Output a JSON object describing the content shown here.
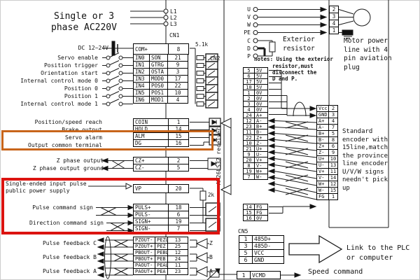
{
  "colors": {
    "wire": "#1a1a1a",
    "highlight_orange": "#c8651b",
    "highlight_red": "#dc1410"
  },
  "power": {
    "title_lines": [
      "Single or 3",
      "phase AC220V"
    ],
    "ac_terminals": [
      "L1",
      "L2",
      "L3"
    ],
    "dc_label": "DC 12~24V"
  },
  "cn1": {
    "label": "CN1",
    "resistor_label": "5.1k",
    "com_row": {
      "name": "COM+",
      "pin": "8"
    },
    "inputs": [
      {
        "label": "Servo enable",
        "port": "IN0",
        "signal": "SON",
        "pin": "21"
      },
      {
        "label": "Position trigger",
        "port": "IN1",
        "signal": "GTRG",
        "pin": "9"
      },
      {
        "label": "Orientation start",
        "port": "IN2",
        "signal": "OSTA",
        "pin": "3"
      },
      {
        "label": "Internal control mode 0",
        "port": "IN3",
        "signal": "MOD0",
        "pin": "17"
      },
      {
        "label": "Position 0",
        "port": "IN4",
        "signal": "POS0",
        "pin": "22"
      },
      {
        "label": "Position 1",
        "port": "IN5",
        "signal": "POS1",
        "pin": "10"
      },
      {
        "label": "Internal control mode 1",
        "port": "IN6",
        "signal": "MOD1",
        "pin": "4"
      }
    ],
    "outputs": [
      {
        "label": "Position/speed reach",
        "name": "COIN",
        "pin": "1"
      },
      {
        "label": "Brake output",
        "name": "HOLD",
        "pin": "14"
      },
      {
        "label": "Servo alarm",
        "name": "ALM",
        "pin": "15"
      },
      {
        "label": "Output common terminal",
        "name": "DG",
        "pin": "16"
      }
    ],
    "z_phase": [
      {
        "label": "Z phase output",
        "name": "CZ+",
        "pin": "2"
      },
      {
        "label": "Z phase output ground",
        "name": "CZ-",
        "pin": "5"
      }
    ],
    "pulse": {
      "vp_label_lines": [
        "Single-ended input pulse",
        "public power supply"
      ],
      "vp_row": {
        "name": "VP",
        "pin": "20"
      },
      "resistor_label": "2k",
      "rows": [
        {
          "name": "PULS+",
          "pin": "18"
        },
        {
          "name": "PULS-",
          "pin": "6"
        },
        {
          "name": "SIGN+",
          "pin": "19"
        },
        {
          "name": "SIGN-",
          "pin": "7"
        }
      ],
      "pulse_label": "Pulse command sign",
      "direction_label": "Direction command sign"
    },
    "feedback": {
      "rows": [
        {
          "name": "PZOUT-",
          "signal": "PEZL",
          "pin": "13"
        },
        {
          "name": "PZOUT+",
          "signal": "PEZ",
          "pin": "25"
        },
        {
          "name": "PBOUT-",
          "signal": "PEBL",
          "pin": "12"
        },
        {
          "name": "PBOUT+",
          "signal": "PEB",
          "pin": "24"
        },
        {
          "name": "PAOUT-",
          "signal": "PEAL",
          "pin": "11"
        },
        {
          "name": "PAOUT+",
          "signal": "PEA",
          "pin": "23"
        }
      ],
      "labels": [
        "Pulse feedback C",
        "Pulse feedback B",
        "Pulse feedback A"
      ],
      "buffers": [
        "Z",
        "B",
        "A"
      ]
    }
  },
  "motor_section": {
    "terminals": [
      "U",
      "V",
      "W",
      "PE"
    ],
    "brake_terminals": [
      "C",
      "D",
      "P"
    ],
    "pins": [
      "2",
      "3",
      "4",
      "1"
    ],
    "exterior_resistor_lines": [
      "Exterior",
      "resistor"
    ],
    "note_lines": [
      "notes: Using the exterior",
      "resistor,must",
      "disconnect the",
      "D and P."
    ],
    "plug_lines": [
      "Motor power",
      "line with 4",
      "pin aviation",
      "plug"
    ]
  },
  "cn2": {
    "label": "CN2",
    "receiver_label": "AM26LS32 receiver",
    "rows": [
      {
        "pin": "5",
        "name": "5V"
      },
      {
        "pin": "6",
        "name": "5V"
      },
      {
        "pin": "17",
        "name": "5V"
      },
      {
        "pin": "18",
        "name": "5V"
      },
      {
        "pin": "1",
        "name": "0V"
      },
      {
        "pin": "2",
        "name": "0V"
      },
      {
        "pin": "3",
        "name": "0V"
      },
      {
        "pin": "4",
        "name": "0V"
      },
      {
        "pin": "24",
        "name": "A+"
      },
      {
        "pin": "12",
        "name": "A-"
      },
      {
        "pin": "23",
        "name": "B+"
      },
      {
        "pin": "11",
        "name": "B-"
      },
      {
        "pin": "22",
        "name": "Z+"
      },
      {
        "pin": "10",
        "name": "Z-"
      },
      {
        "pin": "21",
        "name": "U+"
      },
      {
        "pin": "9",
        "name": "U-"
      },
      {
        "pin": "20",
        "name": "V+"
      },
      {
        "pin": "8",
        "name": "V-"
      },
      {
        "pin": "19",
        "name": "W+"
      },
      {
        "pin": "7",
        "name": "W-"
      }
    ],
    "fg_rows": [
      {
        "pin": "14",
        "name": "FG"
      },
      {
        "pin": "15",
        "name": "FG"
      },
      {
        "pin": "16",
        "name": "0V"
      }
    ]
  },
  "encoder": {
    "rows": [
      {
        "name": "Vcc",
        "pin": "2"
      },
      {
        "name": "GND",
        "pin": "3"
      },
      {
        "name": "A+",
        "pin": "4"
      },
      {
        "name": "A-",
        "pin": "7"
      },
      {
        "name": "B+",
        "pin": "5"
      },
      {
        "name": "B-",
        "pin": "8"
      },
      {
        "name": "Z+",
        "pin": "6"
      },
      {
        "name": "Z-",
        "pin": "9"
      },
      {
        "name": "U+",
        "pin": "10"
      },
      {
        "name": "U-",
        "pin": "13"
      },
      {
        "name": "V+",
        "pin": "11"
      },
      {
        "name": "V-",
        "pin": "14"
      },
      {
        "name": "W+",
        "pin": "12"
      },
      {
        "name": "W-",
        "pin": "15"
      },
      {
        "name": "FG",
        "pin": "1"
      }
    ],
    "desc_lines": [
      "Standard",
      "encoder with",
      "15line,match",
      "the province",
      "line encoder",
      "U/V/W signs",
      "needn't pick",
      "up"
    ]
  },
  "cn5": {
    "label": "CN5",
    "rows": [
      {
        "pin": "1",
        "name": "485D+"
      },
      {
        "pin": "3",
        "name": "485D-"
      },
      {
        "pin": "5",
        "name": "VCC"
      },
      {
        "pin": "6",
        "name": "GND"
      }
    ],
    "link_lines": [
      "Link to the PLC",
      "or computer"
    ]
  },
  "vcmd": {
    "pin": "1",
    "name": "VCMD",
    "label": "Speed command"
  }
}
